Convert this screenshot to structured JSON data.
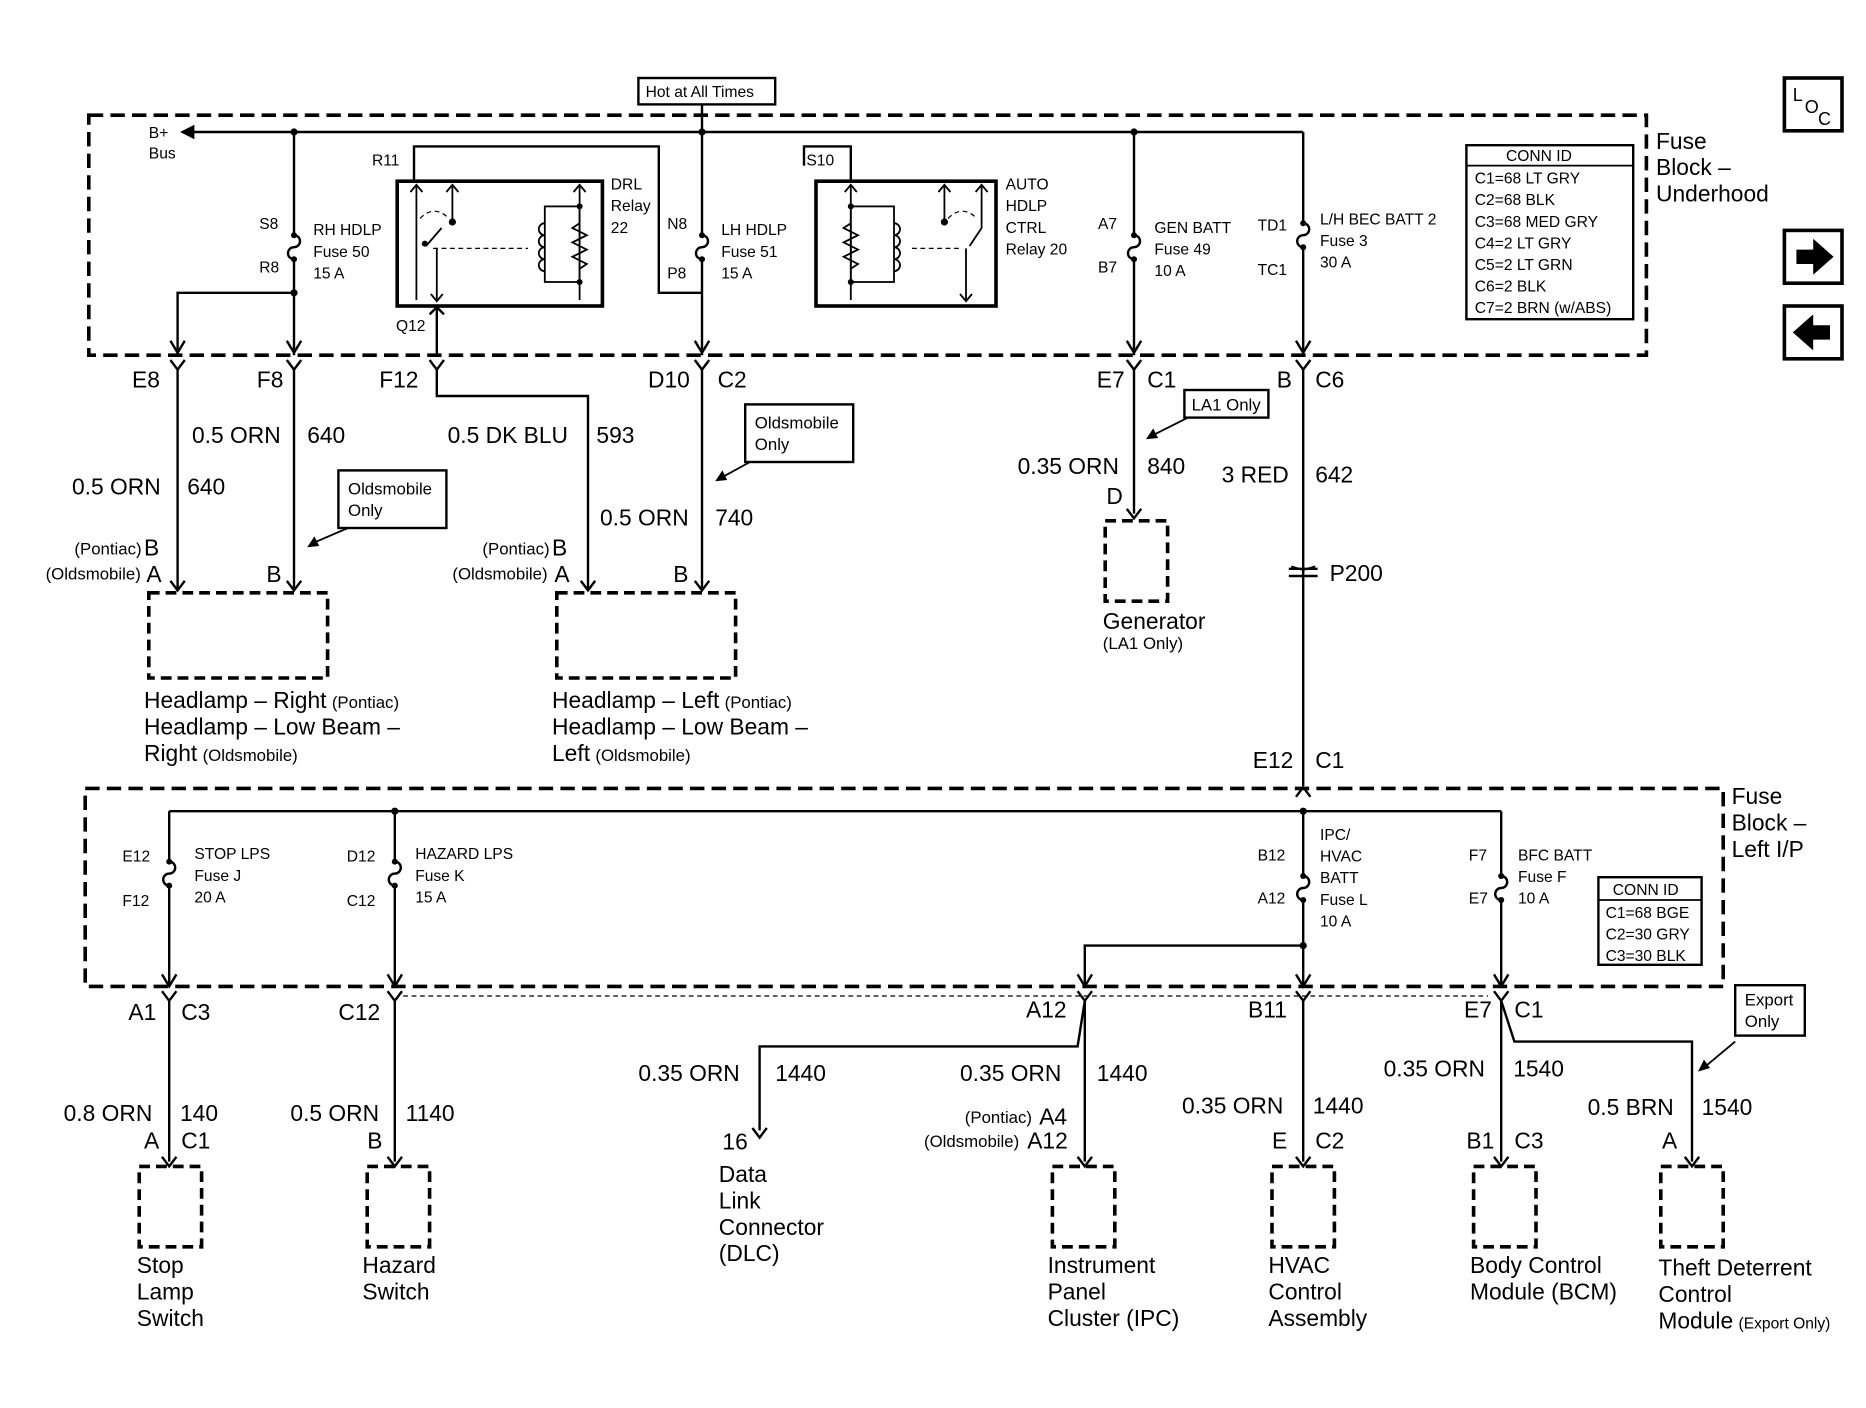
{
  "header": {
    "hot_label": "Hot at All Times"
  },
  "nav": {
    "loc_l": "L",
    "loc_o": "O",
    "loc_c": "C",
    "next_icon": "arrow-right-icon",
    "prev_icon": "arrow-left-icon"
  },
  "underhood": {
    "title_1": "Fuse",
    "title_2": "Block –",
    "title_3": "Underhood",
    "bus_1": "B+",
    "bus_2": "Bus",
    "fuse_rh": {
      "top": "S8",
      "bottom": "R8",
      "l1": "RH HDLP",
      "l2": "Fuse 50",
      "l3": "15 A"
    },
    "fuse_lh": {
      "top": "N8",
      "bottom": "P8",
      "l1": "LH HDLP",
      "l2": "Fuse 51",
      "l3": "15 A"
    },
    "fuse_gen": {
      "top": "A7",
      "bottom": "B7",
      "l1": "GEN BATT",
      "l2": "Fuse 49",
      "l3": "10 A"
    },
    "fuse_bec": {
      "top": "TD1",
      "bottom": "TC1",
      "l1": "L/H BEC BATT 2",
      "l2": "Fuse 3",
      "l3": "30 A"
    },
    "drl": {
      "pin": "R11",
      "out_pin": "Q12",
      "l1": "DRL",
      "l2": "Relay",
      "l3": "22"
    },
    "auto": {
      "pin": "S10",
      "l1": "AUTO",
      "l2": "HDLP",
      "l3": "CTRL",
      "l4": "Relay 20"
    },
    "conn": {
      "title": "CONN ID",
      "rows": [
        "C1=68 LT GRY",
        "C2=68 BLK",
        "C3=68 MED GRY",
        "C4=2 LT GRY",
        "C5=2 LT GRN",
        "C6=2 BLK",
        "C7=2 BRN (w/ABS)"
      ]
    }
  },
  "upper": {
    "e8": "E8",
    "f8": "F8",
    "f12": "F12",
    "d10": "D10",
    "c2": "C2",
    "e7": "E7",
    "c1": "C1",
    "b": "B",
    "c6": "C6",
    "w1": {
      "g": "0.5 ORN",
      "c": "640"
    },
    "w2": {
      "g": "0.5 ORN",
      "c": "640"
    },
    "w3": {
      "g": "0.5 DK BLU",
      "c": "593"
    },
    "w4": {
      "g": "0.5 ORN",
      "c": "740"
    },
    "w5": {
      "g": "0.35 ORN",
      "c": "840"
    },
    "w6": {
      "g": "3 RED",
      "c": "642"
    },
    "olds_1": "Oldsmobile",
    "olds_2": "Only",
    "la1_only": "LA1 Only",
    "p200": "P200",
    "hr": {
      "pont": "(Pontiac)",
      "b1": "B",
      "olds": "(Oldsmobile)",
      "a1": "A",
      "b2": "B",
      "l1": "Headlamp – Right",
      "l1s": "(Pontiac)",
      "l2": "Headlamp – Low Beam –",
      "l3": "Right",
      "l3s": "(Oldsmobile)"
    },
    "hl": {
      "pont": "(Pontiac)",
      "b1": "B",
      "olds": "(Oldsmobile)",
      "a1": "A",
      "b2": "B",
      "l1": "Headlamp – Left",
      "l1s": "(Pontiac)",
      "l2": "Headlamp – Low Beam –",
      "l3": "Left",
      "l3s": "(Oldsmobile)"
    },
    "gen": {
      "pin": "D",
      "l1": "Generator",
      "l2": "(LA1 Only)"
    }
  },
  "lower_block": {
    "e12": "E12",
    "c1": "C1",
    "title_1": "Fuse",
    "title_2": "Block –",
    "title_3": "Left I/P",
    "fuse_j": {
      "top": "E12",
      "bottom": "F12",
      "l1": "STOP LPS",
      "l2": "Fuse J",
      "l3": "20 A"
    },
    "fuse_k": {
      "top": "D12",
      "bottom": "C12",
      "l1": "HAZARD LPS",
      "l2": "Fuse K",
      "l3": "15 A"
    },
    "fuse_l": {
      "top": "B12",
      "bottom": "A12",
      "l1": "IPC/",
      "l2": "HVAC",
      "l3": "BATT",
      "l4": "Fuse L",
      "l5": "10 A"
    },
    "fuse_f": {
      "top": "F7",
      "bottom": "E7",
      "l1": "BFC BATT",
      "l2": "Fuse F",
      "l3": "10 A"
    },
    "conn": {
      "title": "CONN ID",
      "rows": [
        "C1=68 BGE",
        "C2=30 GRY",
        "C3=30 BLK"
      ]
    }
  },
  "lower": {
    "a1": "A1",
    "c3": "C3",
    "c12": "C12",
    "a12": "A12",
    "b11": "B11",
    "e7": "E7",
    "c1": "C1",
    "export_1": "Export",
    "export_2": "Only",
    "w1": {
      "g": "0.8 ORN",
      "c": "140"
    },
    "w2": {
      "g": "0.5 ORN",
      "c": "1140"
    },
    "w3": {
      "g": "0.35 ORN",
      "c": "1440"
    },
    "w4": {
      "g": "0.35 ORN",
      "c": "1440"
    },
    "w5": {
      "g": "0.35 ORN",
      "c": "1440"
    },
    "w6": {
      "g": "0.35 ORN",
      "c": "1540"
    },
    "w7": {
      "g": "0.5 BRN",
      "c": "1540"
    },
    "stop": {
      "p1": "A",
      "p2": "C1",
      "l1": "Stop",
      "l2": "Lamp",
      "l3": "Switch"
    },
    "hazard": {
      "p1": "B",
      "l1": "Hazard",
      "l2": "Switch"
    },
    "dlc": {
      "p1": "16",
      "l1": "Data",
      "l2": "Link",
      "l3": "Connector",
      "l4": "(DLC)"
    },
    "ipc": {
      "pont": "(Pontiac)",
      "p1": "A4",
      "olds": "(Oldsmobile)",
      "p2": "A12",
      "l1": "Instrument",
      "l2": "Panel",
      "l3": "Cluster (IPC)"
    },
    "hvac": {
      "p1": "E",
      "p2": "C2",
      "l1": "HVAC",
      "l2": "Control",
      "l3": "Assembly"
    },
    "bcm": {
      "p1": "B1",
      "p2": "C3",
      "l1": "Body Control",
      "l2": "Module (BCM)"
    },
    "theft": {
      "p1": "A",
      "l1": "Theft Deterrent",
      "l2": "Control",
      "l3": "Module",
      "l3s": "(Export Only)"
    }
  }
}
